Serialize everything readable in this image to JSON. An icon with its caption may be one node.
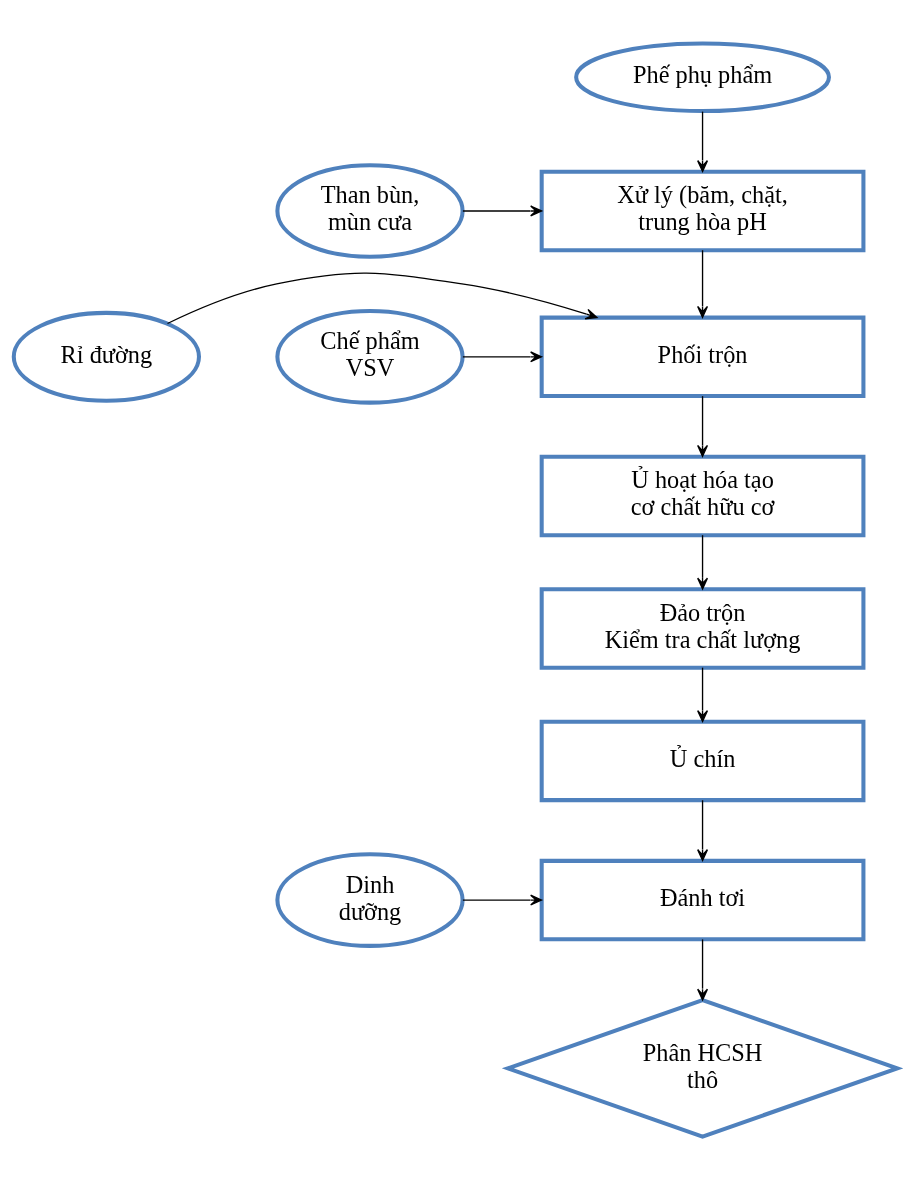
{
  "diagram": {
    "nodes": [
      {
        "text": [
          "Phế phụ phẩm"
        ]
      },
      {
        "text": [
          "Xử lý (băm, chặt, trung hòa pH"
        ]
      },
      {
        "text": [
          "Than bùn, mùn cưa"
        ]
      },
      {
        "text": [
          "Rỉ đường"
        ]
      },
      {
        "text": [
          "Phối trộn"
        ]
      },
      {
        "text": [
          "Chế phẩm VSV"
        ]
      },
      {
        "text": [
          "Ủ hoạt hóa tạo cơ chất hữu cơ"
        ]
      },
      {
        "text": [
          "Đảo trộn",
          "Kiểm tra chất lượng"
        ]
      },
      {
        "text": [
          "Ủ chín"
        ]
      },
      {
        "text": [
          "Dinh dưỡng"
        ]
      },
      {
        "text": [
          "Đánh tơi"
        ]
      },
      {
        "text": [
          "Phân HCSH thô"
        ]
      }
    ],
    "edges": [
      {
        "from": 0,
        "to": 1,
        "arrow": "to"
      },
      {
        "from": 2,
        "to": 1,
        "arrow": "to"
      },
      {
        "from": 1,
        "to": 4,
        "arrow": "to"
      },
      {
        "from": 3,
        "to": 4,
        "arrow": "to"
      },
      {
        "from": 5,
        "to": 4,
        "arrow": "to"
      },
      {
        "from": 4,
        "to": 6,
        "arrow": "to"
      },
      {
        "from": 6,
        "to": 7,
        "arrow": "to"
      },
      {
        "from": 7,
        "to": 8,
        "arrow": "to"
      },
      {
        "from": 8,
        "to": 10,
        "arrow": "to"
      },
      {
        "from": 9,
        "to": 10,
        "arrow": "to"
      },
      {
        "from": 10,
        "to": 11,
        "arrow": "to"
      }
    ]
  }
}
